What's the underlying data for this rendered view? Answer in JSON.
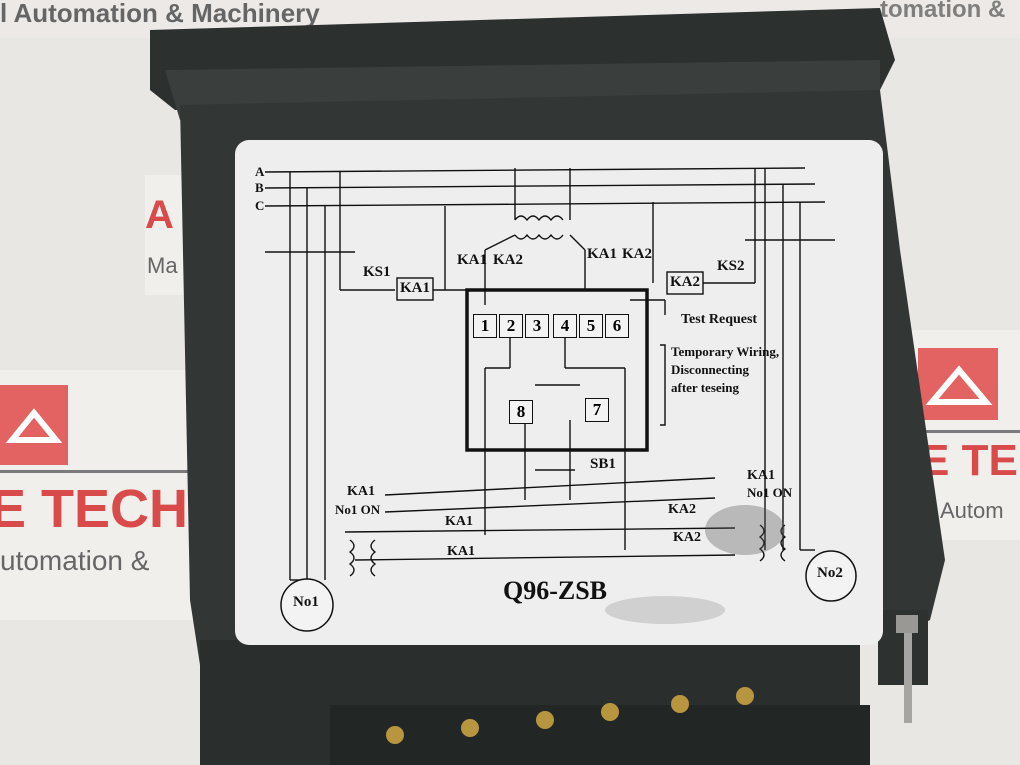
{
  "background": {
    "top_text_left": "l Automation & Machinery",
    "top_text_right": "tomation &",
    "left_sign": {
      "line1": "E TECH P",
      "line2": "utomation &"
    },
    "right_sign": {
      "line1": "E TE",
      "line2": "Autom"
    },
    "mid_left_sign": {
      "line1": "A",
      "line2": "Ma"
    }
  },
  "label": {
    "phase_labels": [
      "A",
      "B",
      "C"
    ],
    "ks1": "KS1",
    "ka1_coil": "KA1",
    "ka2_coil": "KA2",
    "ks2": "KS2",
    "ka1_left": "KA1",
    "ka2_left": "KA2",
    "ka1_right": "KA1",
    "ka2_right": "KA2",
    "terminals": [
      "1",
      "2",
      "3",
      "4",
      "5",
      "6"
    ],
    "test_request": "Test Request",
    "temp_wiring_lines": [
      "Temporary Wiring,",
      "Disconnecting",
      "after teseing"
    ],
    "box8": "8",
    "box7": "7",
    "sb1": "SB1",
    "left_ka1": "KA1",
    "left_no1on": "No1 ON",
    "right_ka1": "KA1",
    "right_no1on": "No1 ON",
    "ka1_row1": "KA1",
    "ka1_row2": "KA1",
    "ka2_row1": "KA2",
    "ka2_row2": "KA2",
    "motor1": "No1",
    "motor2": "No2",
    "model": "Q96-ZSB"
  },
  "colors": {
    "device_body": "#2f3432",
    "label_bg": "#eeeeee",
    "accent_red": "#d94b4b"
  }
}
